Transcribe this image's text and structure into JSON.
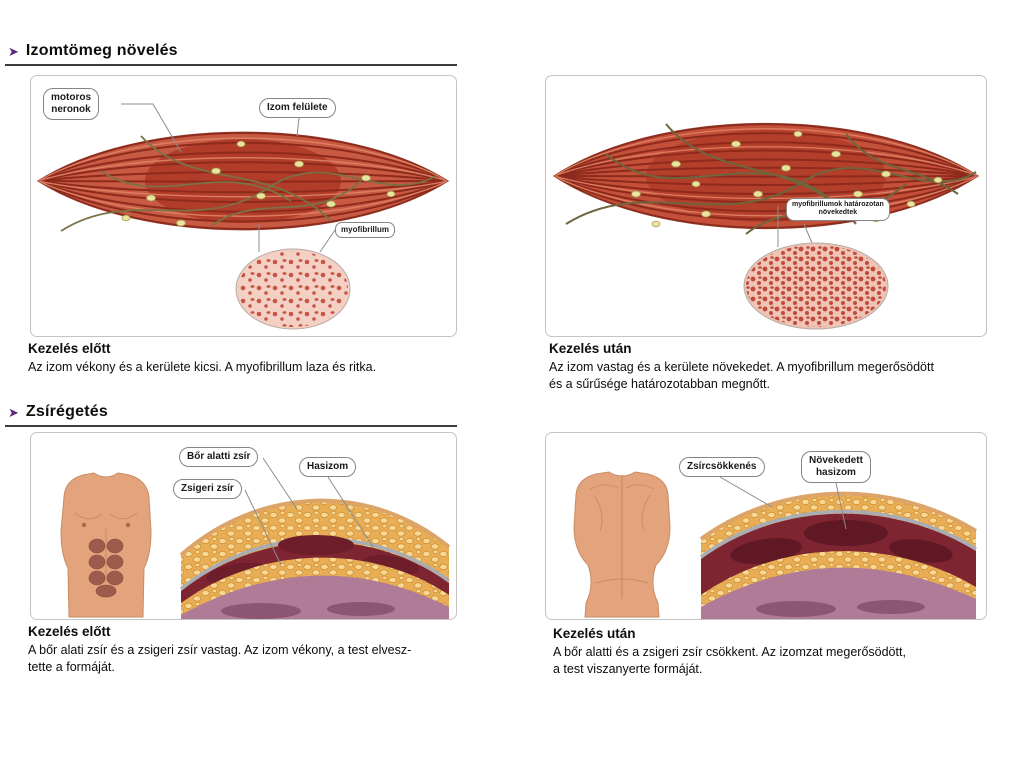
{
  "colors": {
    "accent_purple": "#5b2c7e",
    "muscle_red": "#c85a44",
    "fat_orange": "#e9ad55",
    "skin": "#e3a37c",
    "organ_purple": "#b07b97",
    "deep_muscle": "#7e2531"
  },
  "sections": {
    "muscle": {
      "marker": "➤",
      "title": "Izomtömeg növelés",
      "before": {
        "labels": {
          "motor_neurons": [
            "motoros",
            "neronok"
          ],
          "muscle_surface": "Izom felülete",
          "myofibril": "myofibrillum"
        },
        "caption": {
          "title": "Kezelés előtt",
          "lines": [
            "Az izom vékony és a kerülete kicsi. A myofibrillum laza és ritka."
          ]
        }
      },
      "after": {
        "labels": {
          "myofibrils_grown": [
            "myofibrillumok határozotan",
            "növekedtek"
          ]
        },
        "caption": {
          "title": "Kezelés után",
          "lines": [
            "Az izom vastag és a kerülete növekedet. A myofibrillum megerősödött",
            "és a sűrűsége határozotabban megnőtt."
          ]
        }
      }
    },
    "fat": {
      "marker": "➤",
      "title": "Zsírégetés",
      "before": {
        "labels": {
          "subcutaneous_fat": "Bőr alatti zsír",
          "visceral_fat": "Zsigeri zsír",
          "abdominal_muscle": "Hasizom"
        },
        "caption": {
          "title": "Kezelés előtt",
          "lines": [
            "A bőr alati zsír és a zsigeri zsír vastag. Az izom vékony, a test elvesz-",
            "tette a formáját."
          ]
        }
      },
      "after": {
        "labels": {
          "fat_reduction": "Zsírcsökkenés",
          "grown_abs": [
            "Növekedett",
            "hasizom"
          ]
        },
        "caption": {
          "title": "Kezelés után",
          "lines": [
            "A bőr alatti és a zsigeri zsír csökkent. Az izomzat megerősödött,",
            "a test viszanyerte formáját."
          ]
        }
      }
    }
  }
}
